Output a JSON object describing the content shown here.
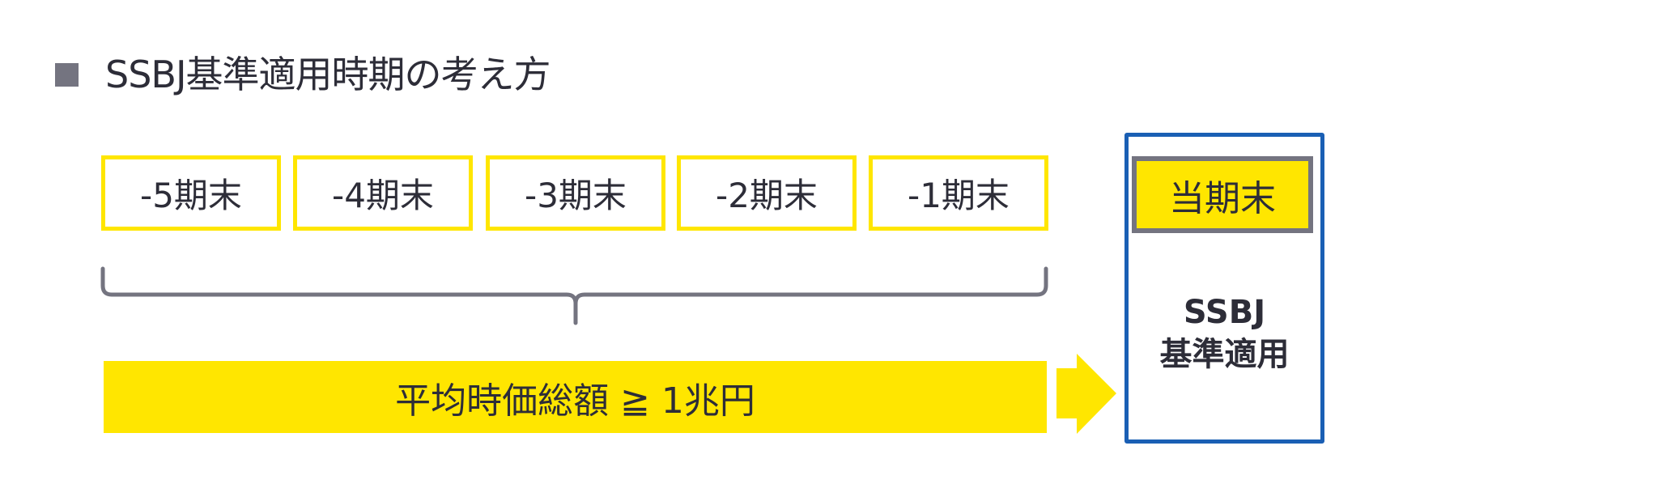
{
  "header": {
    "bullet_icon": "square-bullet",
    "title": "SSBJ基準適用時期の考え方"
  },
  "periods": [
    {
      "label": "-5期末"
    },
    {
      "label": "-4期末"
    },
    {
      "label": "-3期末"
    },
    {
      "label": "-2期末"
    },
    {
      "label": "-1期末"
    }
  ],
  "condition": {
    "label": "平均時価総額 ≧ 1兆円",
    "arrow_icon": "right-arrow"
  },
  "current_period": {
    "label": "当期末",
    "result_line1": "SSBJ",
    "result_line2": "基準適用"
  },
  "colors": {
    "accent_yellow": "#ffe600",
    "box_blue": "#1a5fb4",
    "bracket_gray": "#747480",
    "text_dark": "#2d2d38"
  }
}
